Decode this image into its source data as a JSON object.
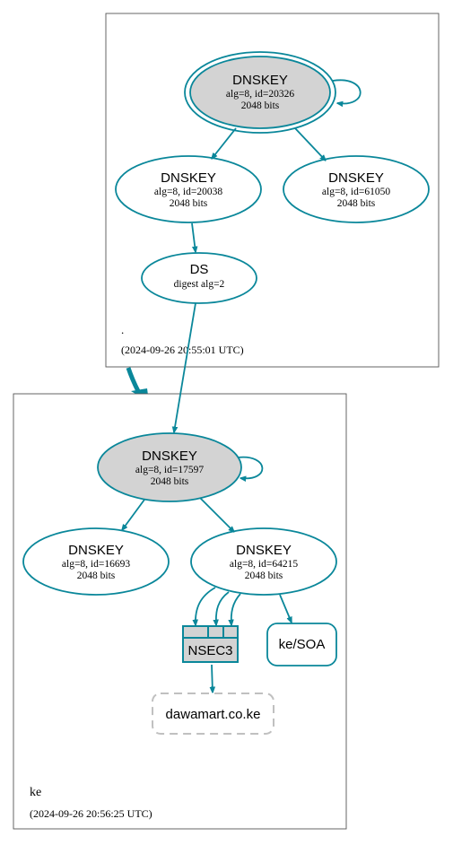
{
  "zones": {
    "root": {
      "name": ".",
      "timestamp": "(2024-09-26 20:55:01 UTC)",
      "ksk": {
        "type": "DNSKEY",
        "detail": "alg=8, id=20326",
        "size": "2048 bits"
      },
      "zsk1": {
        "type": "DNSKEY",
        "detail": "alg=8, id=20038",
        "size": "2048 bits"
      },
      "zsk2": {
        "type": "DNSKEY",
        "detail": "alg=8, id=61050",
        "size": "2048 bits"
      },
      "ds": {
        "type": "DS",
        "detail": "digest alg=2"
      }
    },
    "ke": {
      "name": "ke",
      "timestamp": "(2024-09-26 20:56:25 UTC)",
      "ksk": {
        "type": "DNSKEY",
        "detail": "alg=8, id=17597",
        "size": "2048 bits"
      },
      "zsk1": {
        "type": "DNSKEY",
        "detail": "alg=8, id=16693",
        "size": "2048 bits"
      },
      "zsk2": {
        "type": "DNSKEY",
        "detail": "alg=8, id=64215",
        "size": "2048 bits"
      },
      "nsec3": {
        "label": "NSEC3"
      },
      "soa": {
        "label": "ke/SOA"
      },
      "query": {
        "label": "dawamart.co.ke"
      }
    }
  },
  "colors": {
    "edge": "#0a879a",
    "node_fill_ksk": "#d3d3d3",
    "zone_border": "#555555",
    "query_border": "#c0c0c0"
  }
}
